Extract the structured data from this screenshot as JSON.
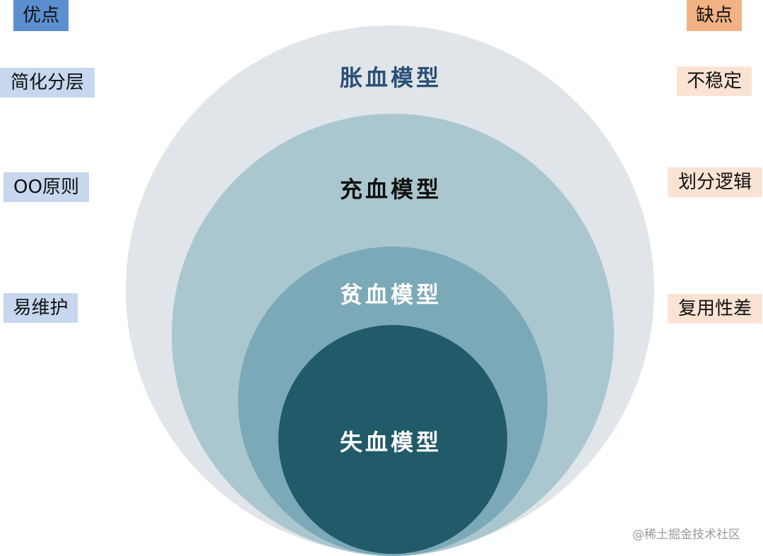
{
  "advantages": {
    "title": "优点",
    "items": [
      "简化分层",
      "OO原则",
      "易维护"
    ]
  },
  "disadvantages": {
    "title": "缺点",
    "items": [
      "不稳定",
      "划分逻辑",
      "复用性差"
    ]
  },
  "models": [
    "胀血模型",
    "充血模型",
    "贫血模型",
    "失血模型"
  ],
  "watermark": "@稀土掘金技术社区",
  "colors": {
    "outer_ring": "#dfe5e8",
    "second_ring": "#aac7cf",
    "third_ring": "#7ca9b7",
    "core": "#215a69",
    "advantage_header": "#5b8fd0",
    "advantage_tag": "#c6d7ee",
    "disadvantage_header": "#f2b283",
    "disadvantage_tag": "#fbe3d4"
  }
}
